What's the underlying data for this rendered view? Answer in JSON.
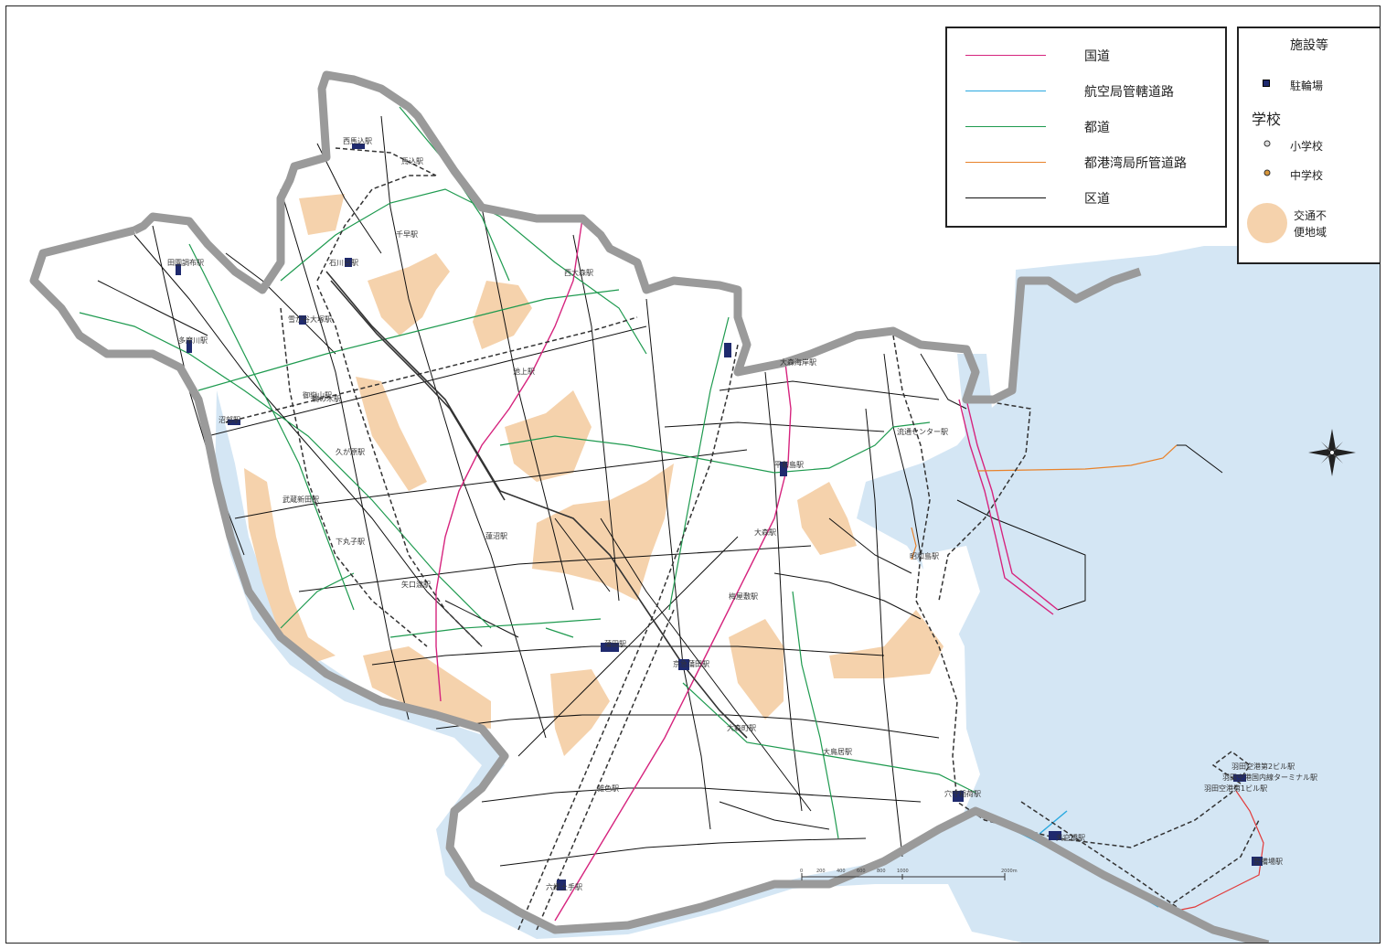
{
  "map": {
    "colors": {
      "national_road": "#d6247e",
      "airport_road": "#2aa9e0",
      "metro_road": "#1e9a4f",
      "port_road": "#e8822a",
      "ward_road": "#111111",
      "boundary": "#9a9a9a",
      "water": "#d4e6f4",
      "inconvenient_area": "#f5d2ac",
      "station": "#1f2a6e"
    },
    "stations": [
      {
        "id": "s1",
        "label": "大鳥居駅"
      },
      {
        "id": "s2",
        "label": "千早駅"
      },
      {
        "id": "s3",
        "label": "鵜の木駅"
      },
      {
        "id": "s4",
        "label": "下丸子駅"
      },
      {
        "id": "s5",
        "label": "大森海岸駅"
      },
      {
        "id": "s6",
        "label": "平和島駅"
      },
      {
        "id": "s7",
        "label": "流通センター駅"
      },
      {
        "id": "s8",
        "label": "京急蒲田駅"
      },
      {
        "id": "s9",
        "label": "蒲田駅"
      },
      {
        "id": "s10",
        "label": "穴守稲荷駅"
      },
      {
        "id": "s11",
        "label": "天空橋駅"
      },
      {
        "id": "s12",
        "label": "羽田空港第2ビル駅"
      },
      {
        "id": "s13",
        "label": "羽田空港国内線ターミナル駅"
      },
      {
        "id": "s14",
        "label": "羽田空港第1ビル駅"
      },
      {
        "id": "s15",
        "label": "整備場駅"
      },
      {
        "id": "s16",
        "label": "雑色駅"
      },
      {
        "id": "s17",
        "label": "六郷土手駅"
      },
      {
        "id": "s18",
        "label": "昭和島駅"
      },
      {
        "id": "s19",
        "label": "大森町駅"
      },
      {
        "id": "s20",
        "label": "梅屋敷駅"
      },
      {
        "id": "s21",
        "label": "矢口渡駅"
      },
      {
        "id": "s22",
        "label": "武蔵新田駅"
      },
      {
        "id": "s23",
        "label": "石川台駅"
      },
      {
        "id": "s24",
        "label": "雪が谷大塚駅"
      },
      {
        "id": "s25",
        "label": "御嶽山駅"
      },
      {
        "id": "s26",
        "label": "久が原駅"
      },
      {
        "id": "s27",
        "label": "多摩川駅"
      },
      {
        "id": "s28",
        "label": "田園調布駅"
      },
      {
        "id": "s29",
        "label": "西馬込駅"
      },
      {
        "id": "s30",
        "label": "馬込駅"
      },
      {
        "id": "s31",
        "label": "大森駅"
      },
      {
        "id": "s32",
        "label": "西大森駅"
      },
      {
        "id": "s33",
        "label": "沼部駅"
      },
      {
        "id": "s34",
        "label": "蓮沼駅"
      },
      {
        "id": "s35",
        "label": "池上駅"
      }
    ],
    "scale": {
      "ticks": [
        "0",
        "200",
        "400",
        "600",
        "800",
        "1000",
        "2000m"
      ]
    }
  },
  "legend_roads": {
    "items": [
      {
        "label": "国道",
        "color": "#d6247e"
      },
      {
        "label": "航空局管轄道路",
        "color": "#2aa9e0"
      },
      {
        "label": "都道",
        "color": "#1e9a4f"
      },
      {
        "label": "都港湾局所管道路",
        "color": "#e8822a"
      },
      {
        "label": "区道",
        "color": "#111111"
      }
    ]
  },
  "legend_facilities": {
    "title": "施設等",
    "bicycle_parking": "駐輪場",
    "school_title": "学校",
    "elementary": "小学校",
    "junior_high": "中学校",
    "area_line1": "交通不",
    "area_line2": "便地域"
  },
  "compass": {
    "icon": "compass-rose-icon"
  }
}
